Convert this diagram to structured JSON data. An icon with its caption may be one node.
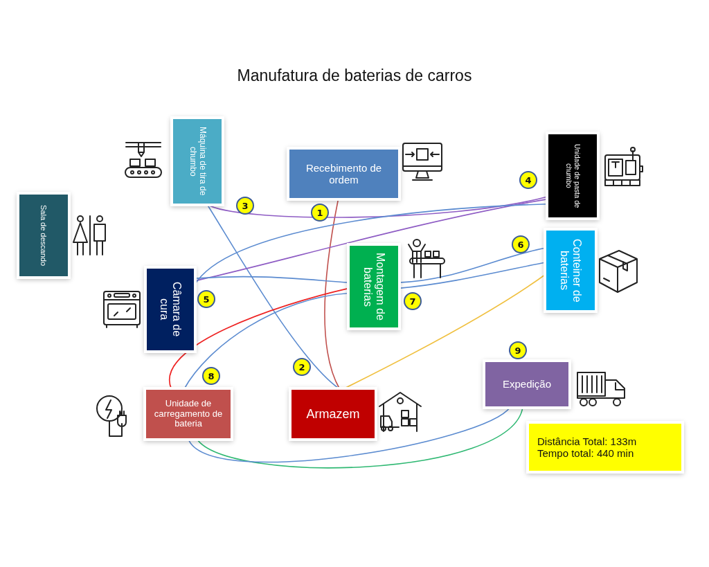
{
  "diagram": {
    "title": "Manufatura de baterias de carros",
    "nodes": [
      {
        "text": [
          "Máquina de tira de chumbo"
        ]
      },
      {
        "text": [
          "Recebimento de ordem"
        ]
      },
      {
        "text": [
          "Unidade de pasta de chumbo"
        ]
      },
      {
        "text": [
          "Sala de descando"
        ]
      },
      {
        "text": [
          "Conteiner de baterias"
        ]
      },
      {
        "text": [
          "Montagem de baterias"
        ]
      },
      {
        "text": [
          "Câmara de cura"
        ]
      },
      {
        "text": [
          "Expedição"
        ]
      },
      {
        "text": [
          "Unidade de carregamento de bateria"
        ]
      },
      {
        "text": [
          "Armazem"
        ]
      },
      {
        "text": [
          "Distância Total: 133m",
          "Tempo total: 440 min"
        ]
      }
    ],
    "edges": [
      {
        "from": 1,
        "to": 9,
        "arrow": "none",
        "color": "#c0504d"
      },
      {
        "from": 0,
        "to": 9,
        "arrow": "none"
      },
      {
        "from": 0,
        "to": 2,
        "arrow": "none",
        "color": "#8e5cc4"
      },
      {
        "from": 2,
        "to": 6,
        "arrow": "none",
        "color": "#8e5cc4"
      },
      {
        "from": 2,
        "to": 6,
        "arrow": "none"
      },
      {
        "from": 6,
        "to": 5,
        "arrow": "none"
      },
      {
        "from": 5,
        "to": 4,
        "arrow": "none"
      },
      {
        "from": 5,
        "to": 4,
        "arrow": "none"
      },
      {
        "from": 8,
        "to": 5,
        "arrow": "none",
        "color": "#ee2222"
      },
      {
        "from": 8,
        "to": 5,
        "arrow": "none"
      },
      {
        "from": 4,
        "to": 9,
        "arrow": "none",
        "color": "#f0c040"
      },
      {
        "from": 8,
        "to": 7,
        "arrow": "none",
        "color": "#2eb872"
      },
      {
        "from": 8,
        "to": 7,
        "arrow": "none"
      }
    ],
    "labels": [
      "3",
      "1",
      "4",
      "6",
      "5",
      "7",
      "2",
      "8",
      "9"
    ]
  }
}
